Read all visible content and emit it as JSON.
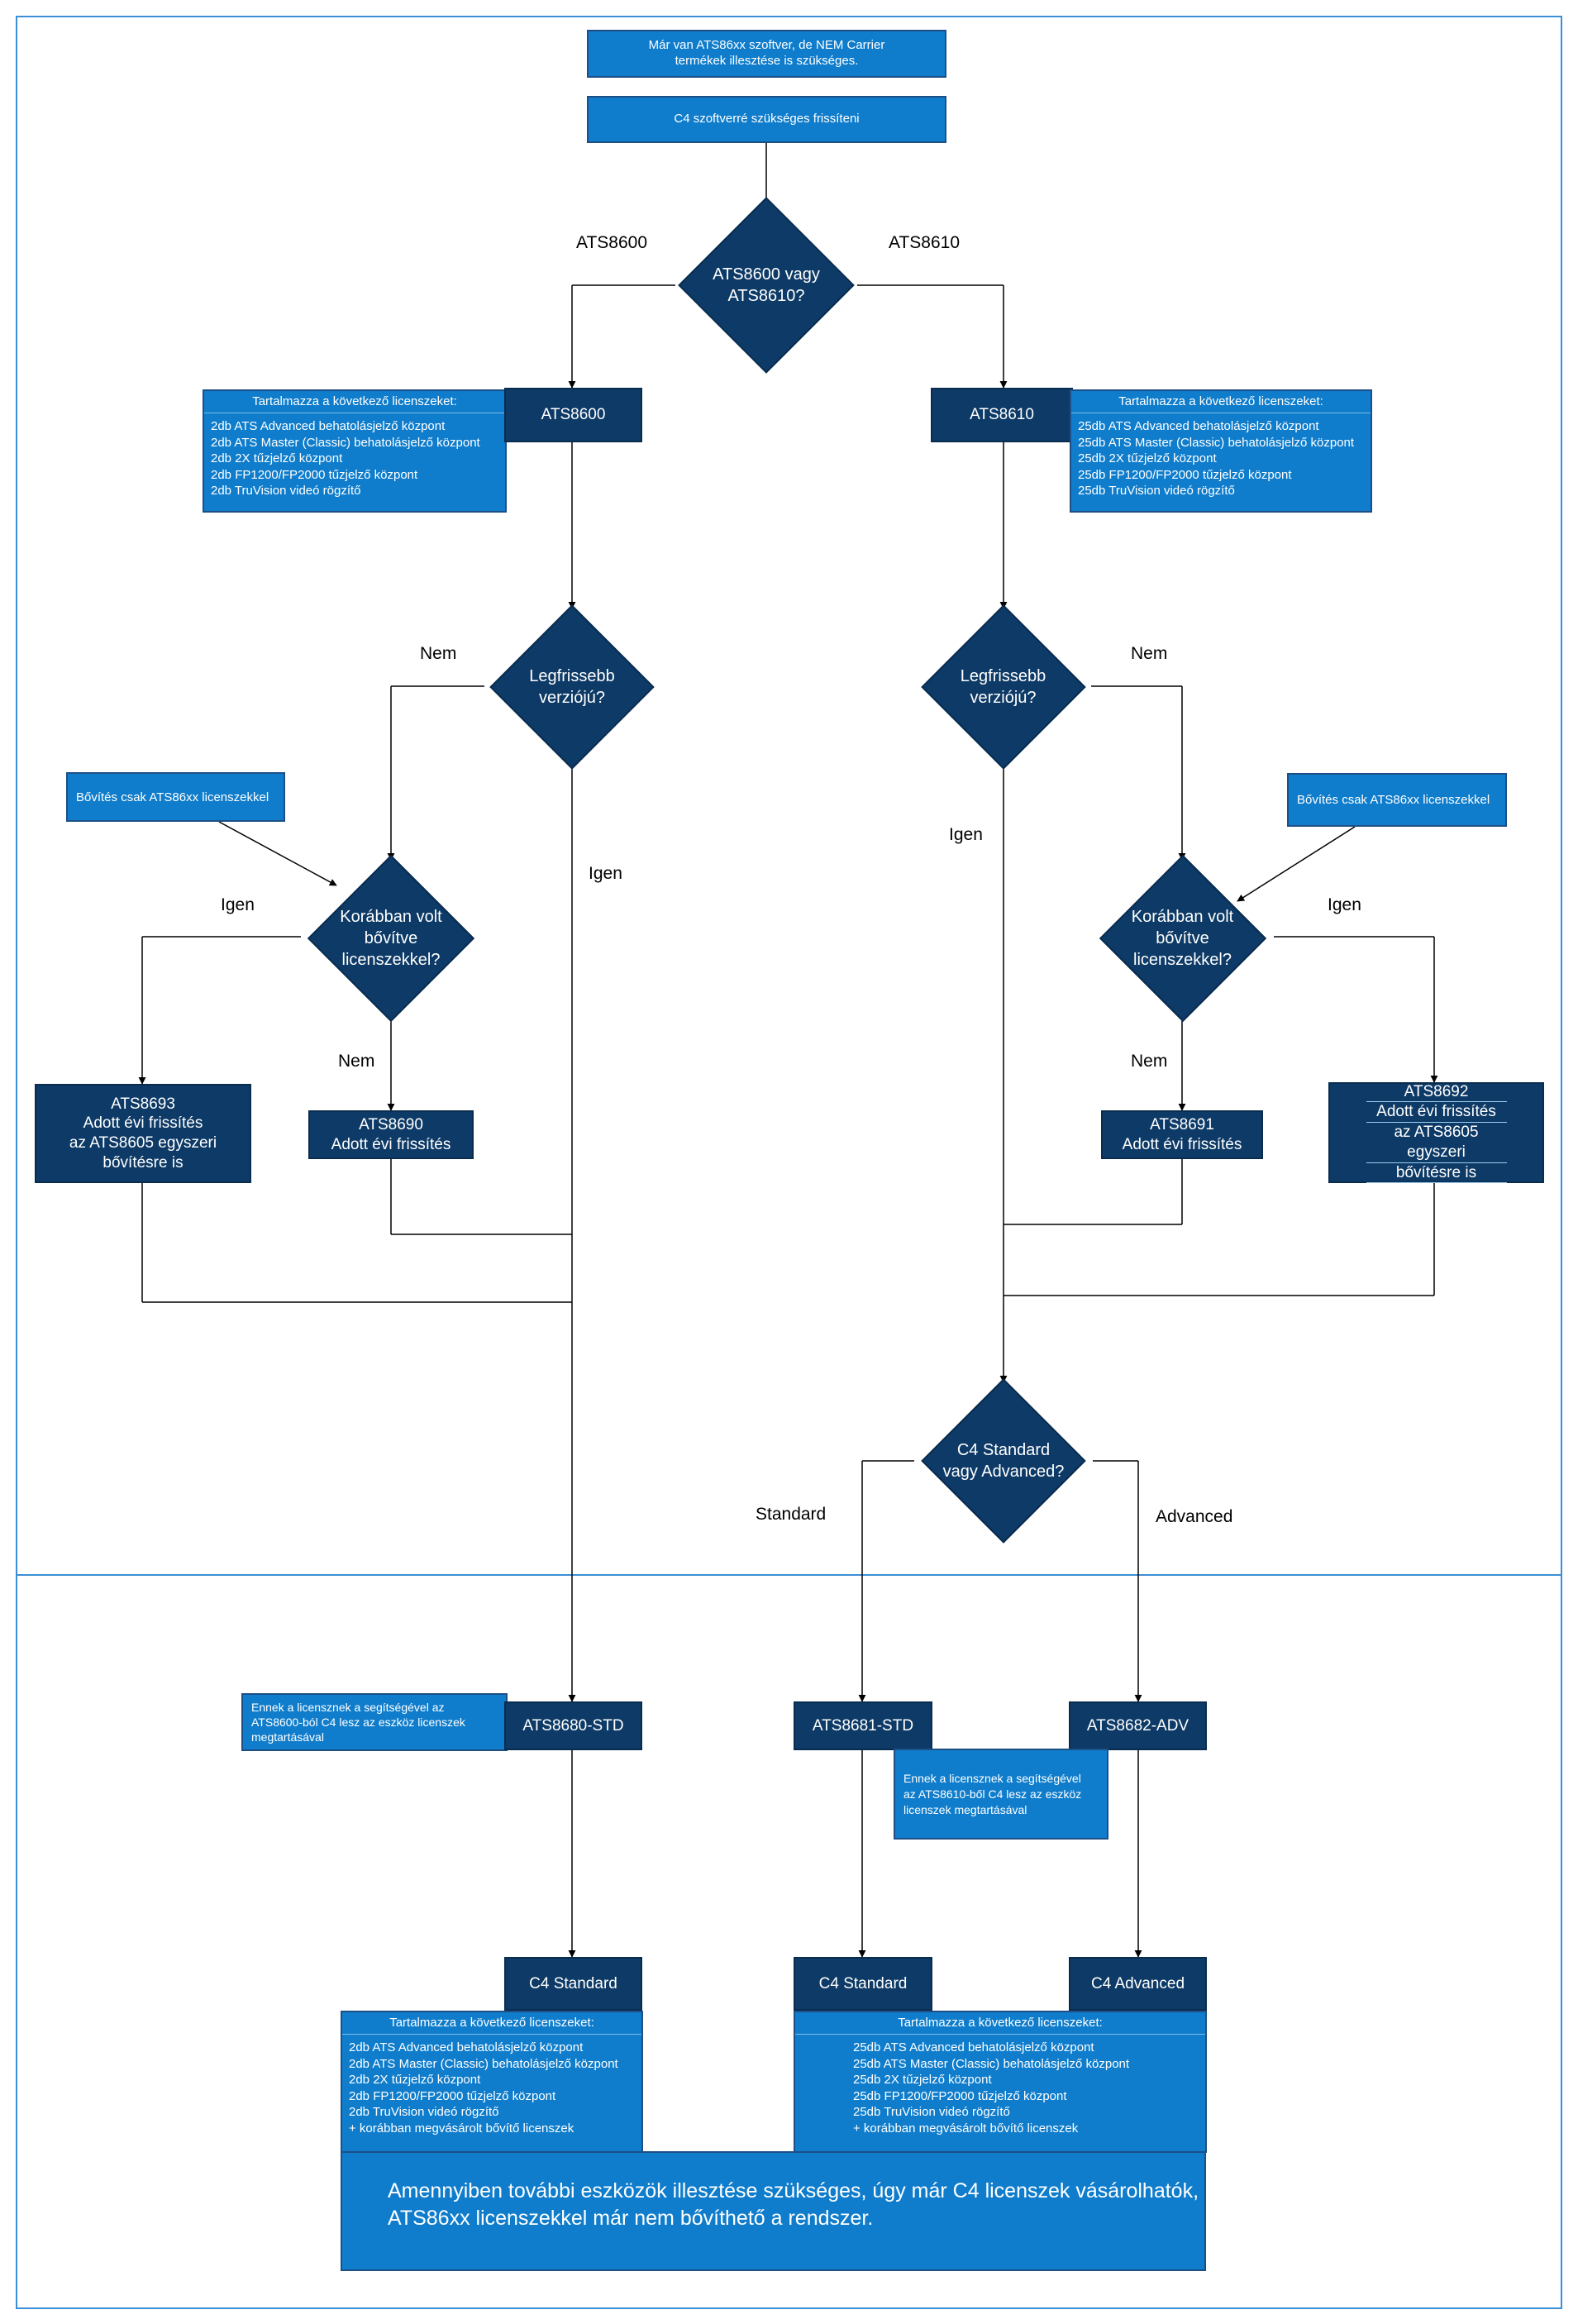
{
  "top_boxes": {
    "intro": "Már van ATS86xx szoftver, de NEM Carrier termékek illesztése is szükséges.",
    "update": "C4 szoftverré szükséges frissíteni"
  },
  "decisions": {
    "model": "ATS8600 vagy ATS8610?",
    "latest_left": "Legfrissebb verziójú?",
    "latest_right": "Legfrissebb verziójú?",
    "extended_left": "Korábban volt bővítve licenszekkel?",
    "extended_right": "Korábban volt bővítve licenszekkel?",
    "c4_type": "C4 Standard vagy Advanced?"
  },
  "labels": {
    "ats8600": "ATS8600",
    "ats8610": "ATS8610",
    "nem_left": "Nem",
    "nem_right": "Nem",
    "igen_left_latest": "Igen",
    "igen_right_latest": "Igen",
    "igen_left_ext": "Igen",
    "igen_right_ext": "Igen",
    "nem_left_ext": "Nem",
    "nem_right_ext": "Nem",
    "standard": "Standard",
    "advanced": "Advanced"
  },
  "product_boxes": {
    "ats8600": "ATS8600",
    "ats8610": "ATS8610",
    "ats8693": [
      "ATS8693",
      "Adott évi frissítés",
      "az ATS8605 egyszeri",
      "bővítésre is"
    ],
    "ats8690": [
      "ATS8690",
      "Adott évi frissítés"
    ],
    "ats8691": [
      "ATS8691",
      "Adott évi frissítés"
    ],
    "ats8692": [
      "ATS8692",
      "Adott évi frissítés",
      "az ATS8605 egyszeri",
      "bővítésre is"
    ],
    "ats8680": "ATS8680-STD",
    "ats8681": "ATS8681-STD",
    "ats8682": "ATS8682-ADV",
    "c4_standard_left": "C4 Standard",
    "c4_standard_right": "C4 Standard",
    "c4_advanced": "C4 Advanced"
  },
  "license_info": {
    "header": "Tartalmazza a következő licenszeket:",
    "ats8600": [
      "2db ATS Advanced behatolásjelző központ",
      "2db ATS Master (Classic) behatolásjelző központ",
      "2db 2X tűzjelző központ",
      "2db FP1200/FP2000 tűzjelző központ",
      "2db TruVision videó rögzítő"
    ],
    "ats8610": [
      "25db ATS Advanced behatolásjelző központ",
      "25db ATS Master (Classic) behatolásjelző központ",
      "25db 2X tűzjelző központ",
      "25db FP1200/FP2000 tűzjelző központ",
      "25db TruVision videó rögzítő"
    ],
    "c4_standard": [
      "2db ATS Advanced behatolásjelző központ",
      "2db ATS Master (Classic) behatolásjelző központ",
      "2db 2X tűzjelző központ",
      "2db FP1200/FP2000 tűzjelző központ",
      "2db TruVision videó rögzítő",
      "+ korábban megvásárolt bővítő licenszek"
    ],
    "c4_right": [
      "25db ATS Advanced behatolásjelző központ",
      "25db ATS Master (Classic) behatolásjelző központ",
      "25db 2X tűzjelző központ",
      "25db FP1200/FP2000 tűzjelző központ",
      "25db TruVision videó rögzítő",
      "+ korábban megvásárolt bővítő licenszek"
    ]
  },
  "notes": {
    "extension_left": "Bővítés csak ATS86xx licenszekkel",
    "extension_right": "Bővítés csak ATS86xx licenszekkel",
    "ats8680_note": [
      "Ennek a licensznek a segítségével az",
      "ATS8600-ból C4 lesz az eszköz licenszek",
      "megtartásával"
    ],
    "ats8681_note": [
      "Ennek a licensznek a segítségével",
      "az ATS8610-ből C4 lesz az eszköz",
      "licenszek megtartásával"
    ]
  },
  "footer": {
    "line1": "Amennyiben további eszközök illesztése szükséges, úgy már C4 licenszek vásárolhatók,",
    "line2": "ATS86xx licenszekkel már nem bővíthető a rendszer."
  },
  "colors": {
    "light_blue": "#0f7dcc",
    "dark_navy": "#0d3a66",
    "frame": "#3a8fd6"
  }
}
